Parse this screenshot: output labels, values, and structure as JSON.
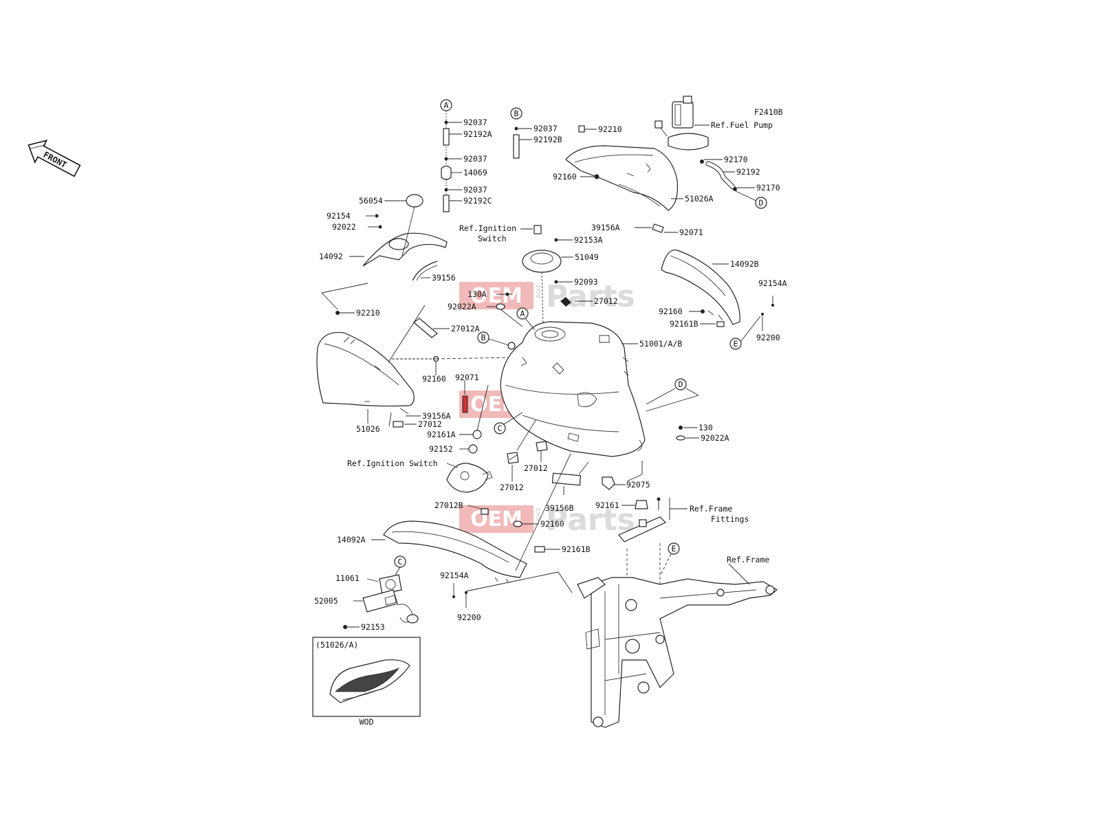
{
  "watermark": {
    "brand_oem": "OEM",
    "brand_bike": "BIKE",
    "brand_parts": "Parts",
    "color_red": "#d93a3a",
    "color_grey": "#9a9a9a"
  },
  "diagram": {
    "id_code": "F2410B",
    "front_label": "FRONT",
    "inset_label": "(51026/A)",
    "inset_caption": "WOD",
    "callout_letters": [
      "A",
      "B",
      "C",
      "D",
      "E"
    ],
    "refs": {
      "fuel_pump": "Ref.Fuel Pump",
      "ignition_switch_top_1": "Ref.Ignition",
      "ignition_switch_top_2": "Switch",
      "ignition_switch": "Ref.Ignition Switch",
      "frame_fittings_1": "Ref.Frame",
      "frame_fittings_2": "Fittings",
      "frame": "Ref.Frame"
    },
    "parts": {
      "p92037": "92037",
      "p92192A": "92192A",
      "p14069": "14069",
      "p92192C": "92192C",
      "p92192B": "92192B",
      "p92210": "92210",
      "p92160": "92160",
      "p51026A": "51026A",
      "p92170": "92170",
      "p92192": "92192",
      "p39156A": "39156A",
      "p92071": "92071",
      "p56054": "56054",
      "p92154": "92154",
      "p92022": "92022",
      "p14092": "14092",
      "p39156": "39156",
      "p92153A": "92153A",
      "p51049": "51049",
      "p92093": "92093",
      "p14092B": "14092B",
      "p92154A": "92154A",
      "p130A": "130A",
      "p92022A": "92022A",
      "p27012": "27012",
      "p27012A": "27012A",
      "p92161B": "92161B",
      "p92200": "92200",
      "p51001": "51001/A/B",
      "p51026": "51026",
      "p92161A": "92161A",
      "p92152": "92152",
      "p130": "130",
      "p92075": "92075",
      "p39156B": "39156B",
      "p92161": "92161",
      "p27012B": "27012B",
      "p14092A": "14092A",
      "p11061": "11061",
      "p52005": "52005",
      "p92153": "92153"
    }
  }
}
